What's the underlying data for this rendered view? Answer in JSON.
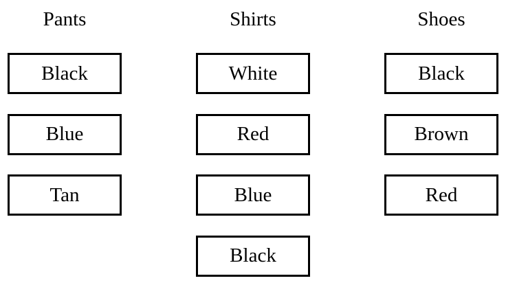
{
  "columns": [
    {
      "heading": "Pants",
      "options": [
        "Black",
        "Blue",
        "Tan"
      ]
    },
    {
      "heading": "Shirts",
      "options": [
        "White",
        "Red",
        "Blue",
        "Black"
      ]
    },
    {
      "heading": "Shoes",
      "options": [
        "Black",
        "Brown",
        "Red"
      ]
    }
  ]
}
